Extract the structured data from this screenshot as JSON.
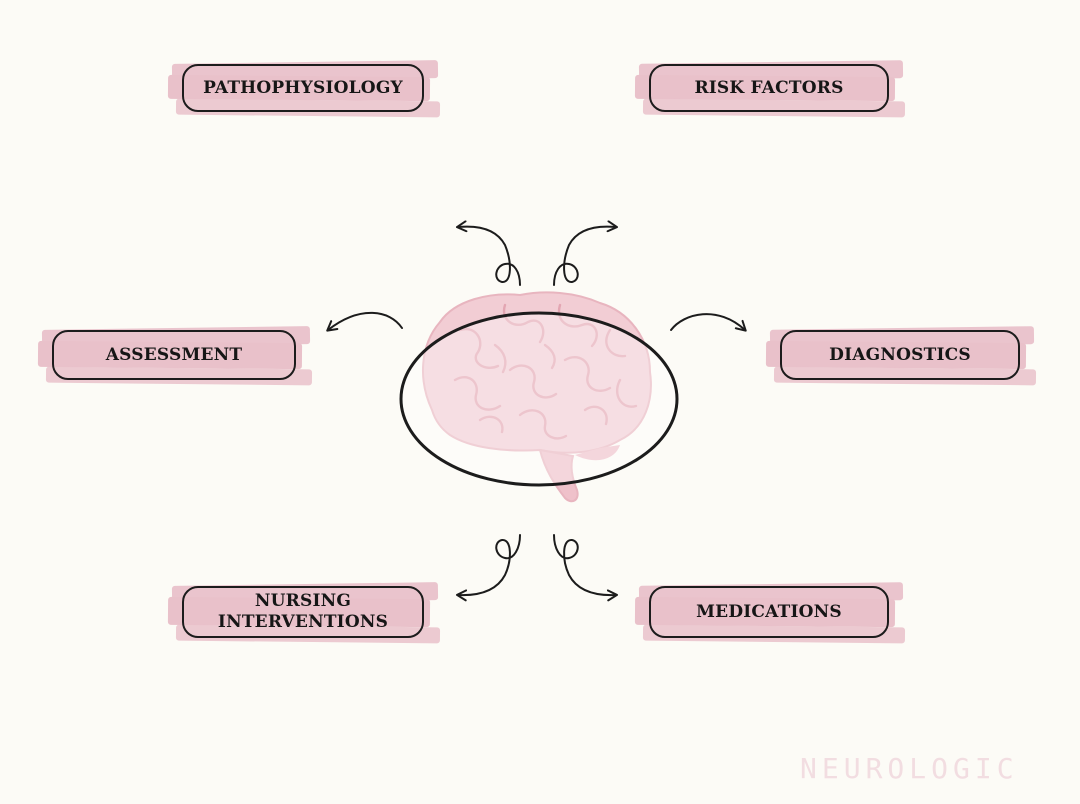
{
  "nodes": {
    "pathophysiology": "PATHOPHYSIOLOGY",
    "risk_factors": "RISK FACTORS",
    "assessment": "ASSESSMENT",
    "diagnostics": "DIAGNOSTICS",
    "nursing_interventions": [
      "NURSING",
      "INTERVENTIONS"
    ],
    "medications": "MEDICATIONS"
  },
  "center_icon": "brain-icon",
  "watermark": "NEUROLOGIC",
  "colors": {
    "background": "#fcfbf6",
    "brush": "#e9c1ca",
    "brain": "#f2cdd4",
    "outline": "#1c1c1c"
  }
}
